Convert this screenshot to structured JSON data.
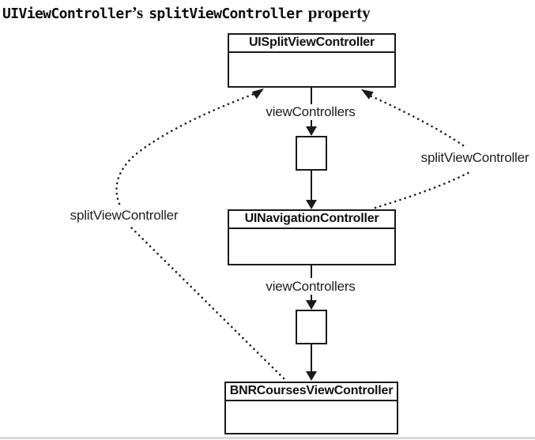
{
  "title": {
    "code1": "UIViewController",
    "serif1": "’s",
    "code2": "splitViewController",
    "serif2": "property"
  },
  "boxes": [
    {
      "name": "UISplitViewController"
    },
    {
      "name": "UINavigationController"
    },
    {
      "name": "BNRCoursesViewController"
    }
  ],
  "labels": {
    "view_controllers_1": "viewControllers",
    "view_controllers_2": "viewControllers",
    "split_view_controller_left": "splitViewController",
    "split_view_controller_right": "splitViewController"
  },
  "colors": {
    "ink": "#1a1a1a",
    "background": "#ffffff",
    "footer_line": "#d9d9d9"
  }
}
